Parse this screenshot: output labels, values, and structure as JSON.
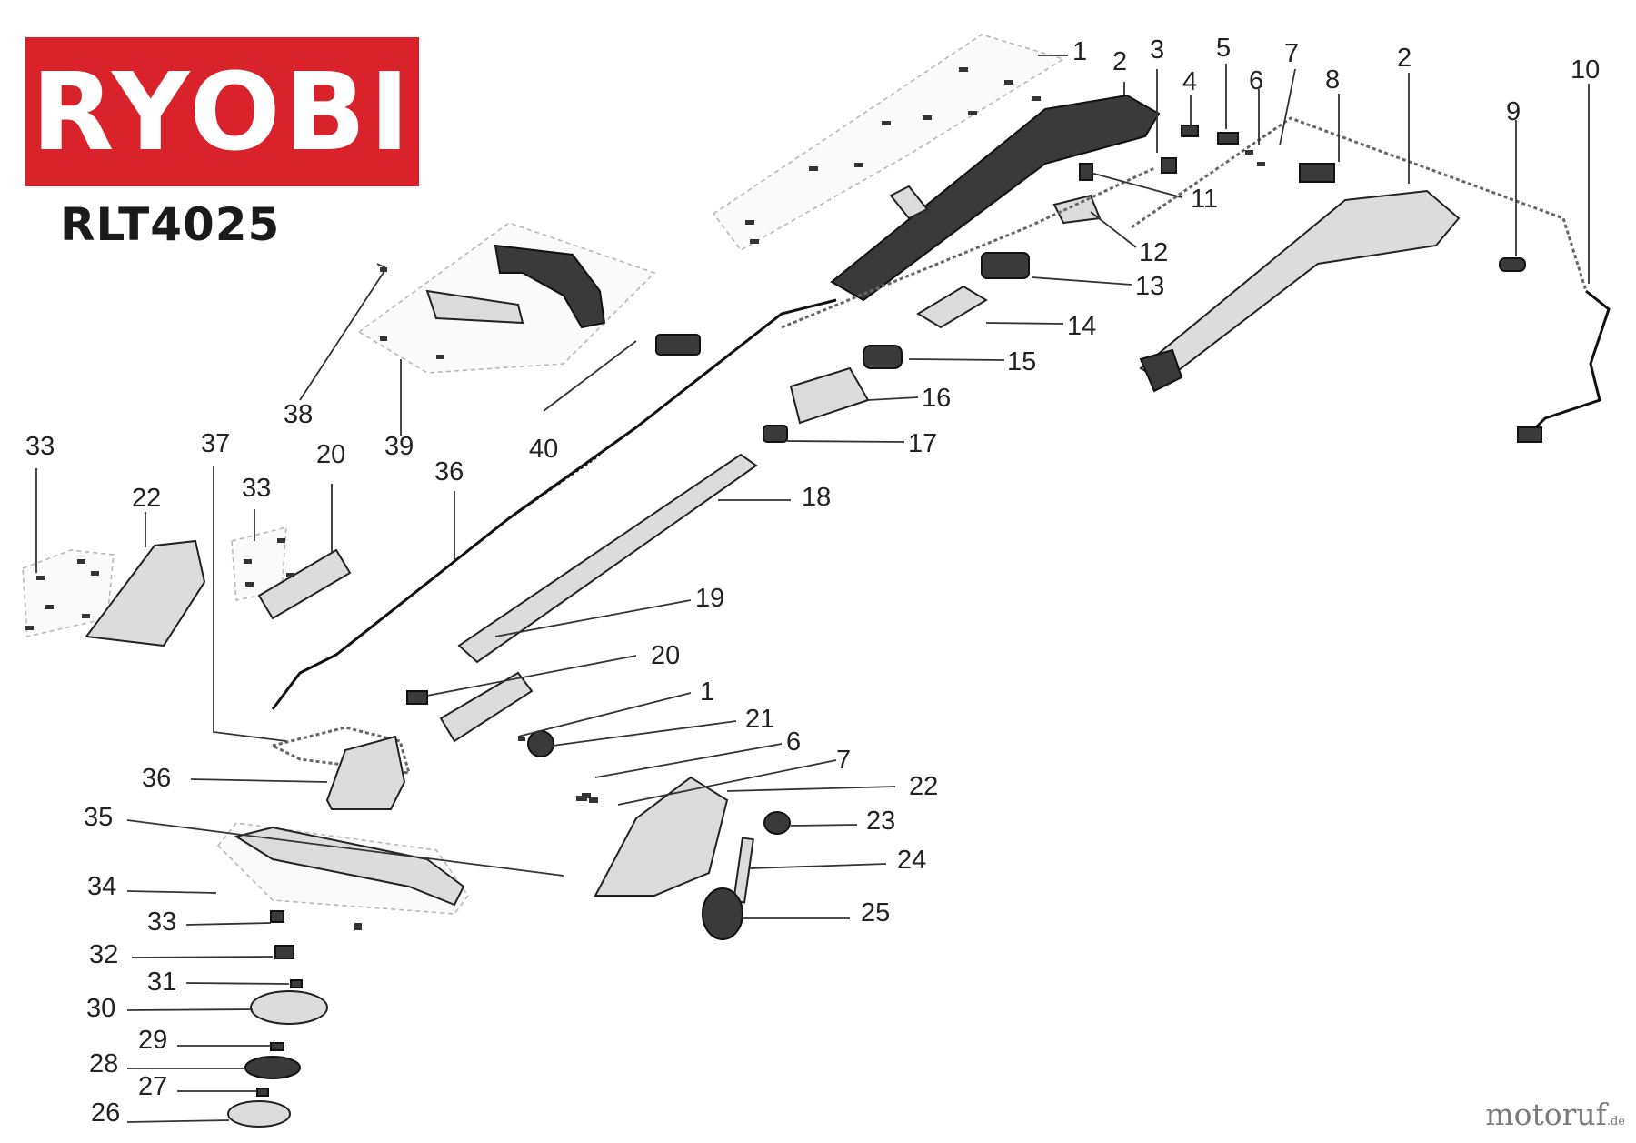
{
  "brand": {
    "logo_text": "RYOBI",
    "color": "#d9222a"
  },
  "model": "RLT4025",
  "watermark": {
    "main": "motoruf",
    "suffix": ".de"
  },
  "callouts": [
    {
      "id": "c1a",
      "label": "1"
    },
    {
      "id": "c2a",
      "label": "2"
    },
    {
      "id": "c3",
      "label": "3"
    },
    {
      "id": "c4",
      "label": "4"
    },
    {
      "id": "c5",
      "label": "5"
    },
    {
      "id": "c6a",
      "label": "6"
    },
    {
      "id": "c7a",
      "label": "7"
    },
    {
      "id": "c8",
      "label": "8"
    },
    {
      "id": "c2b",
      "label": "2"
    },
    {
      "id": "c10",
      "label": "10"
    },
    {
      "id": "c9",
      "label": "9"
    },
    {
      "id": "c11",
      "label": "11"
    },
    {
      "id": "c12",
      "label": "12"
    },
    {
      "id": "c13",
      "label": "13"
    },
    {
      "id": "c14",
      "label": "14"
    },
    {
      "id": "c15",
      "label": "15"
    },
    {
      "id": "c16",
      "label": "16"
    },
    {
      "id": "c17",
      "label": "17"
    },
    {
      "id": "c18",
      "label": "18"
    },
    {
      "id": "c19",
      "label": "19"
    },
    {
      "id": "c20a",
      "label": "20"
    },
    {
      "id": "c1b",
      "label": "1"
    },
    {
      "id": "c21",
      "label": "21"
    },
    {
      "id": "c6b",
      "label": "6"
    },
    {
      "id": "c7b",
      "label": "7"
    },
    {
      "id": "c22a",
      "label": "22"
    },
    {
      "id": "c23",
      "label": "23"
    },
    {
      "id": "c24",
      "label": "24"
    },
    {
      "id": "c25",
      "label": "25"
    },
    {
      "id": "c38",
      "label": "38"
    },
    {
      "id": "c39",
      "label": "39"
    },
    {
      "id": "c40",
      "label": "40"
    },
    {
      "id": "c33a",
      "label": "33"
    },
    {
      "id": "c22b",
      "label": "22"
    },
    {
      "id": "c37",
      "label": "37"
    },
    {
      "id": "c33b",
      "label": "33"
    },
    {
      "id": "c20b",
      "label": "20"
    },
    {
      "id": "c36a",
      "label": "36"
    },
    {
      "id": "c36b",
      "label": "36"
    },
    {
      "id": "c35",
      "label": "35"
    },
    {
      "id": "c34",
      "label": "34"
    },
    {
      "id": "c33c",
      "label": "33"
    },
    {
      "id": "c32",
      "label": "32"
    },
    {
      "id": "c31",
      "label": "31"
    },
    {
      "id": "c30",
      "label": "30"
    },
    {
      "id": "c29",
      "label": "29"
    },
    {
      "id": "c28",
      "label": "28"
    },
    {
      "id": "c27",
      "label": "27"
    },
    {
      "id": "c26",
      "label": "26"
    }
  ]
}
